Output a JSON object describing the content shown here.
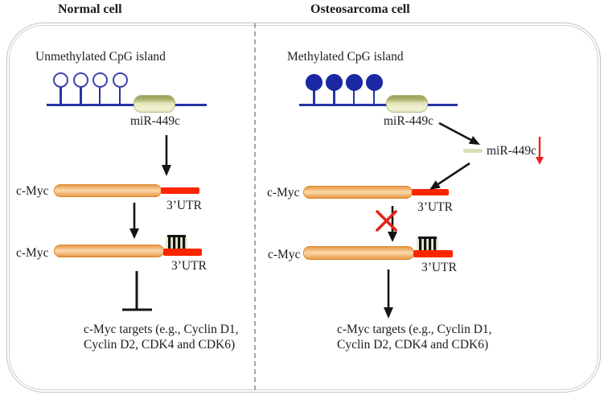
{
  "left": {
    "title": "Normal cell",
    "cpg_label": "Unmethylated CpG island",
    "gene_label": "miR-449c",
    "mrna1_label": "c-Myc",
    "mrna1_utr": "3’UTR",
    "mrna2_label": "c-Myc",
    "mrna2_utr": "3’UTR",
    "targets_line1": "c-Myc targets (e.g., Cyclin D1,",
    "targets_line2": "Cyclin D2, CDK4 and CDK6)"
  },
  "right": {
    "title": "Osteosarcoma cell",
    "cpg_label": "Methylated CpG island",
    "gene_label": "miR-449c",
    "mir_low_label": "miR-449c",
    "mrna1_label": "c-Myc",
    "mrna1_utr": "3’UTR",
    "mrna2_label": "c-Myc",
    "mrna2_utr": "3’UTR",
    "targets_line1": "c-Myc targets (e.g., Cyclin D1,",
    "targets_line2": "Cyclin D2, CDK4 and CDK6)"
  },
  "colors": {
    "dna_blue": "#2733a3",
    "methyl_circle_fill": "#1b2aa4",
    "gene_box_green": "#e3e7ba",
    "mrna_orange": "#ea9a42",
    "utr_red": "#fb2500",
    "arrow_black": "#151515",
    "cross_red": "#e3251b",
    "decrease_arrow_red": "#e8281e",
    "cell_border_gray": "#c2c2c2"
  },
  "icons": {
    "open_lollipop": "unmethylated-cpg-icon",
    "filled_lollipop": "methylated-cpg-icon",
    "comb": "mirna-binding-site-icon",
    "red_cross": "blocked-icon",
    "red_down_arrow": "decreased-expression-icon"
  }
}
